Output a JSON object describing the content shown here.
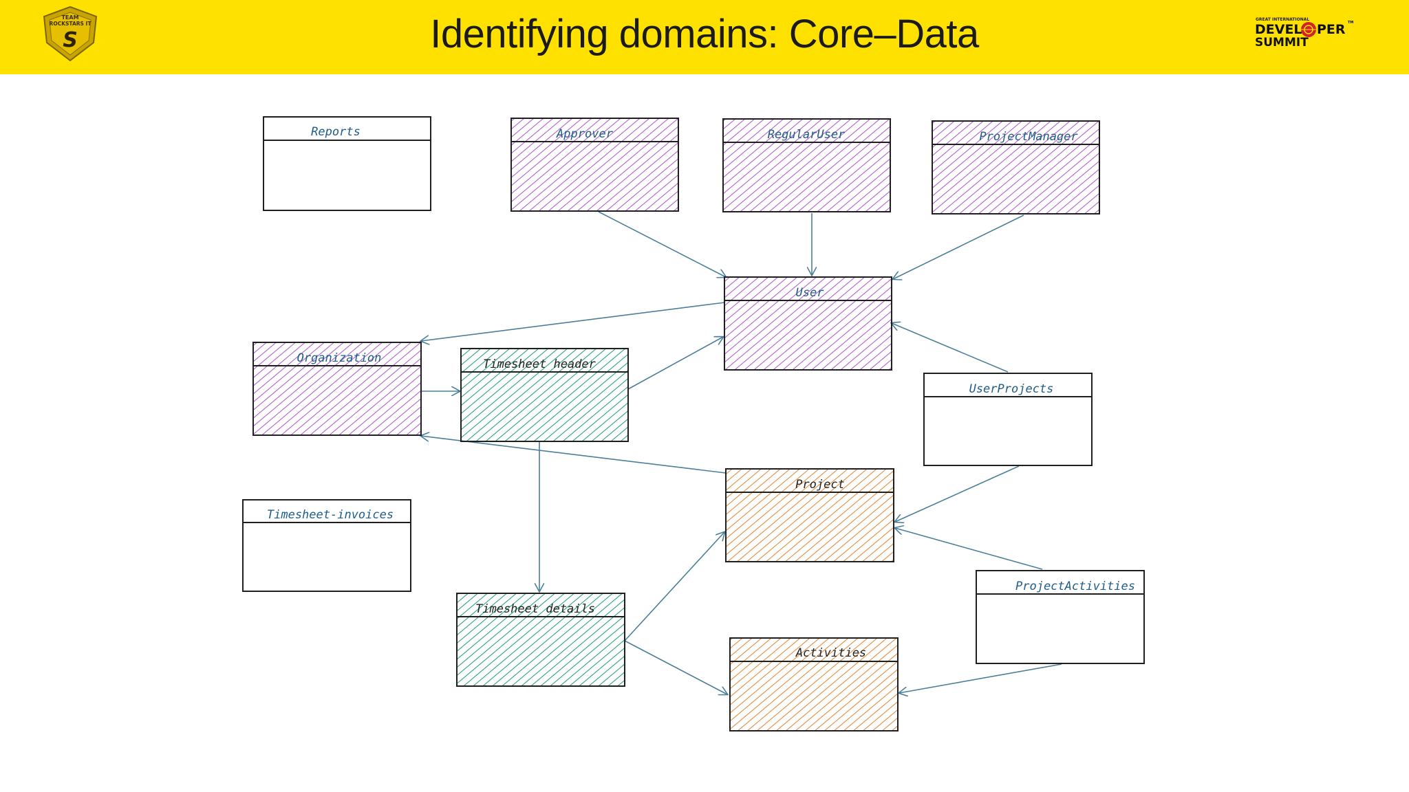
{
  "slide": {
    "title": "Identifying domains: Core–Data"
  },
  "logos": {
    "left": {
      "line1": "TEAM",
      "line2": "ROCKSTARS IT",
      "mark": "S"
    },
    "right": {
      "tagline": "GREAT INTERNATIONAL",
      "line1a": "DEVEL",
      "line1b": "PER",
      "line2": "SUMMIT",
      "tm": "TM"
    }
  },
  "colors": {
    "header": "#ffe100",
    "purple": "#b25fce",
    "green": "#2aa37c",
    "orange": "#e38b3d",
    "label": "#1e5c8a",
    "arrow": "#4a7f9a",
    "stroke": "#1e1e1e"
  },
  "diagram": {
    "entities": [
      {
        "id": "reports",
        "label": "Reports",
        "fill": "none"
      },
      {
        "id": "approver",
        "label": "Approver",
        "fill": "purple"
      },
      {
        "id": "regularuser",
        "label": "RegularUser",
        "fill": "purple"
      },
      {
        "id": "projectmanager",
        "label": "ProjectManager",
        "fill": "purple"
      },
      {
        "id": "user",
        "label": "User",
        "fill": "purple"
      },
      {
        "id": "organization",
        "label": "Organization",
        "fill": "purple"
      },
      {
        "id": "timesheet-header",
        "label": "Timesheet header",
        "fill": "green"
      },
      {
        "id": "userprojects",
        "label": "UserProjects",
        "fill": "none"
      },
      {
        "id": "timesheet-invoices",
        "label": "Timesheet-invoices",
        "fill": "none"
      },
      {
        "id": "project",
        "label": "Project",
        "fill": "orange"
      },
      {
        "id": "timesheet-details",
        "label": "Timesheet details",
        "fill": "green"
      },
      {
        "id": "projectactivities",
        "label": "ProjectActivities",
        "fill": "none"
      },
      {
        "id": "activities",
        "label": "Activities",
        "fill": "orange"
      }
    ],
    "relations": [
      {
        "from": "approver",
        "to": "user"
      },
      {
        "from": "regularuser",
        "to": "user"
      },
      {
        "from": "projectmanager",
        "to": "user"
      },
      {
        "from": "user",
        "to": "organization"
      },
      {
        "from": "organization",
        "to": "timesheet-header"
      },
      {
        "from": "timesheet-header",
        "to": "user"
      },
      {
        "from": "userprojects",
        "to": "user"
      },
      {
        "from": "timesheet-header",
        "to": "timesheet-details"
      },
      {
        "from": "project",
        "to": "organization"
      },
      {
        "from": "userprojects",
        "to": "project"
      },
      {
        "from": "timesheet-details",
        "to": "project"
      },
      {
        "from": "timesheet-details",
        "to": "activities"
      },
      {
        "from": "projectactivities",
        "to": "project"
      },
      {
        "from": "projectactivities",
        "to": "activities"
      }
    ]
  }
}
